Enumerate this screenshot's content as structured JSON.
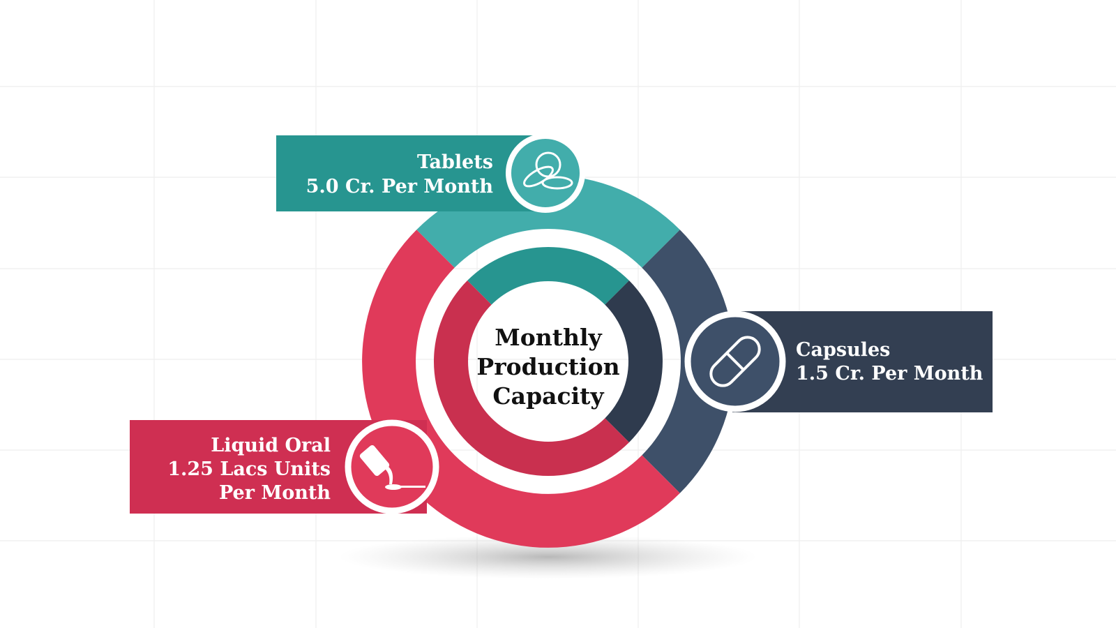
{
  "center": {
    "line1": "Monthly",
    "line2": "Production",
    "line3": "Capacity"
  },
  "items": [
    {
      "name": "Tablets",
      "line1": "Tablets",
      "line2": "5.0 Cr. Per Month",
      "icon": "tablets-icon",
      "color": "#279590"
    },
    {
      "name": "Capsules",
      "line1": "Capsules",
      "line2": "1.5 Cr. Per Month",
      "icon": "capsule-icon",
      "color": "#333f52"
    },
    {
      "name": "Liquid Oral",
      "line1": "Liquid Oral",
      "line2": "1.25 Lacs Units",
      "line3": "Per Month",
      "icon": "liquid-bottle-spoon-icon",
      "color": "#cf2f52"
    }
  ]
}
